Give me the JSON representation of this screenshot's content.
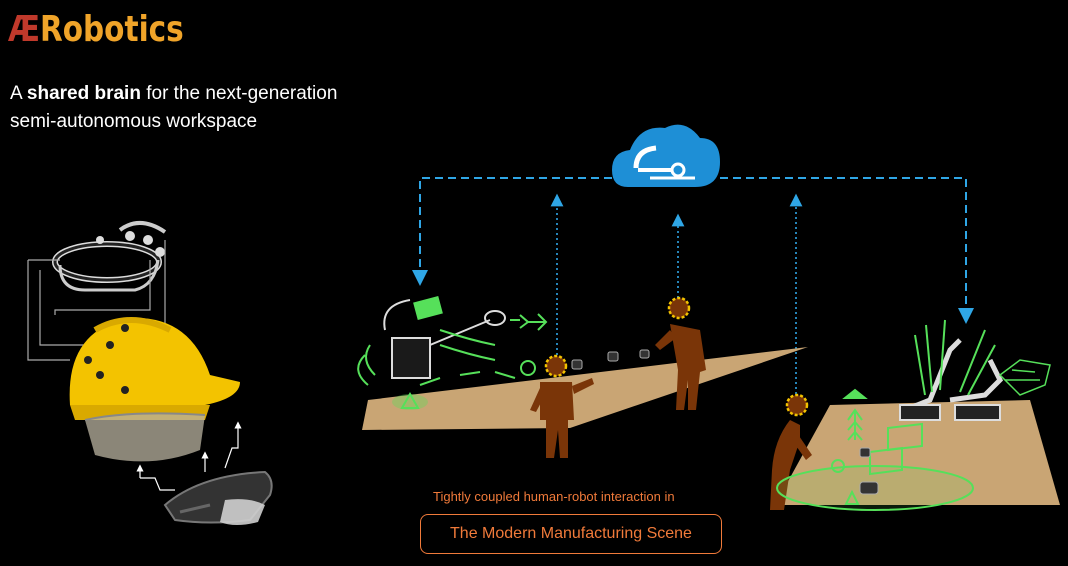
{
  "brand": {
    "ae": "Æ",
    "rest": "Robotics"
  },
  "tagline": {
    "prefix": "A ",
    "bold": "shared brain",
    "line1_suffix": " for the next-generation",
    "line2": "semi-autonomous workspace"
  },
  "caption": "Tightly coupled human-robot interaction in",
  "scene_title": "The Modern Manufacturing Scene",
  "colors": {
    "cloud": "#1e8fd6",
    "connector": "#2fa6e6",
    "human": "#7a3508",
    "hologram": "#56e05a",
    "floor": "#c9a574",
    "accent": "#f07a3a",
    "helmet": "#f3c300"
  },
  "icons": [
    "cloud-icon",
    "eeg-headset-icon",
    "hard-hat-icon",
    "ar-glasses-icon",
    "robot-arm-icon",
    "warning-icon"
  ]
}
